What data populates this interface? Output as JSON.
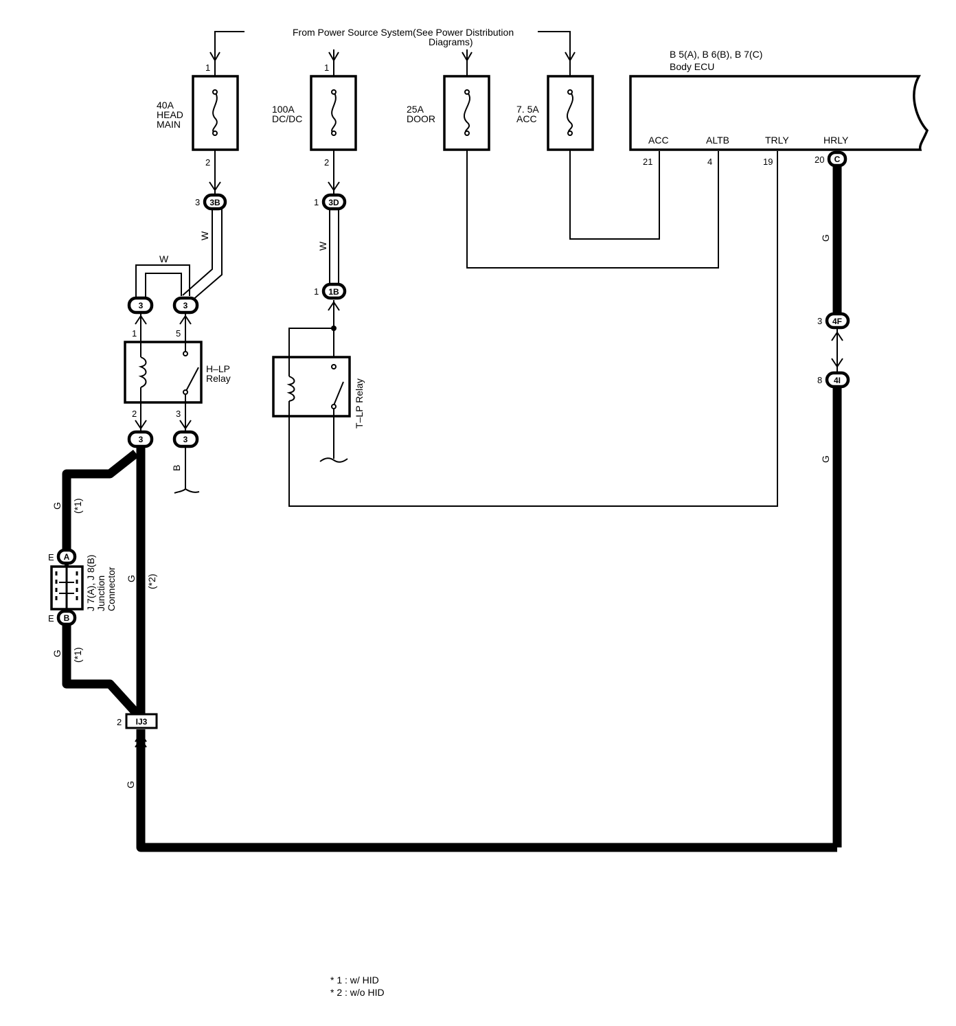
{
  "header": {
    "source_line1": "From Power Source System(See Power Distribution",
    "source_line2": "Diagrams)"
  },
  "fuses": [
    {
      "amp": "40A",
      "name_line1": "HEAD",
      "name_line2": "MAIN"
    },
    {
      "amp": "100A",
      "name_line1": "DC/DC",
      "name_line2": ""
    },
    {
      "amp": "25A",
      "name_line1": "DOOR",
      "name_line2": ""
    },
    {
      "amp": "7. 5A",
      "name_line1": "ACC",
      "name_line2": ""
    }
  ],
  "ecu": {
    "ref": "B 5(A), B 6(B), B 7(C)",
    "name": "Body ECU",
    "terminals": [
      {
        "name": "ACC",
        "pin": "21"
      },
      {
        "name": "ALTB",
        "pin": "4"
      },
      {
        "name": "TRLY",
        "pin": "19"
      },
      {
        "name": "HRLY",
        "pin": "20"
      }
    ],
    "connector_letter": "C"
  },
  "relays": {
    "hlp_line1": "H–LP",
    "hlp_line2": "Relay",
    "tlp": "T–LP Relay"
  },
  "junction": {
    "ref": "J 7(A), J 8(B)",
    "line2": "Junction",
    "line3": "Connector"
  },
  "connectors": {
    "c3B": "3B",
    "c3D": "3D",
    "c1B": "1B",
    "c3": "3",
    "c4F": "4F",
    "c4I": "4I",
    "cIJ3": "IJ3",
    "cA": "A",
    "cB": "B"
  },
  "pins": {
    "p1": "1",
    "p2": "2",
    "p3": "3",
    "p5": "5",
    "p8": "8",
    "pE": "E"
  },
  "wire_colors": {
    "W": "W",
    "G": "G",
    "B": "B"
  },
  "variants": {
    "v1": "(*1)",
    "v2": "(*2)"
  },
  "legend": [
    "* 1 : w/ HID",
    "* 2 : w/o HID"
  ]
}
